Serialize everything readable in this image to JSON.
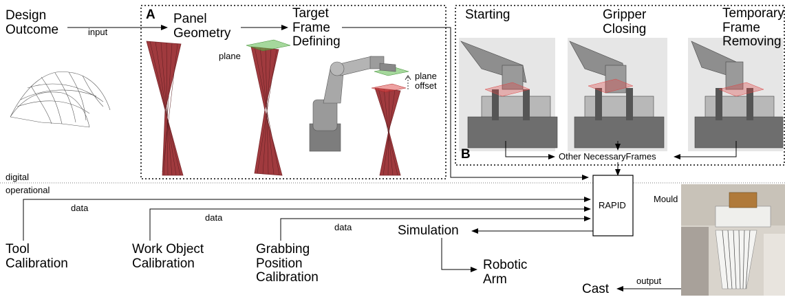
{
  "labels": {
    "design_outcome": "Design Outcome",
    "input": "input",
    "section_a": "A",
    "panel_geometry": "Panel Geometry",
    "target_frame_defining": "Target Frame Defining",
    "plane": "plane",
    "plane_offset": "plane offset",
    "starting": "Starting",
    "gripper_closing": "Gripper Closing",
    "temporary_frame_removing": "Temporary Frame Removing",
    "section_b": "B",
    "other_necessary_frames": "Other NecessaryFrames",
    "digital": "digital",
    "operational": "operational",
    "data_1": "data",
    "data_2": "data",
    "data_3": "data",
    "rapid": "RAPID",
    "mould": "Mould",
    "simulation": "Simulation",
    "tool_calibration": "Tool Calibration",
    "work_object_calibration": "Work Object Calibration",
    "grabbing_position_calibration": "Grabbing Position Calibration",
    "robotic_arm": "Robotic Arm",
    "cast": "Cast",
    "output": "output"
  },
  "colors": {
    "panel_red": "#a03a3e",
    "panel_red_dark": "#7c2a2e",
    "robot_grey": "#8e8e8e",
    "plane_green": "#5bb84a",
    "frame_red": "#d44"
  }
}
